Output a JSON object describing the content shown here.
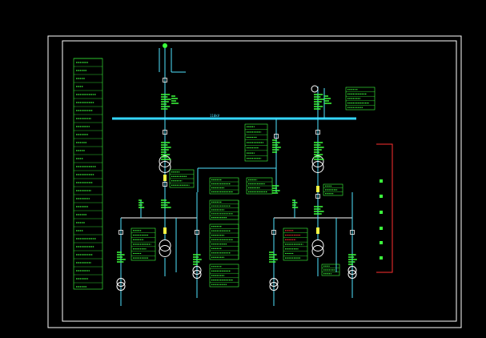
{
  "diagram": {
    "bus_label": "110kV",
    "colors": {
      "background": "#000000",
      "frame": "#ffffff",
      "bus": "#34d6ff",
      "line_cyan": "#4fe3ff",
      "text_green": "#3cff3c",
      "text_red": "#ff3030",
      "line_white": "#ffffff"
    },
    "icons": [
      "transformer-symbol",
      "breaker-symbol",
      "ground-symbol",
      "arrester-symbol"
    ]
  }
}
